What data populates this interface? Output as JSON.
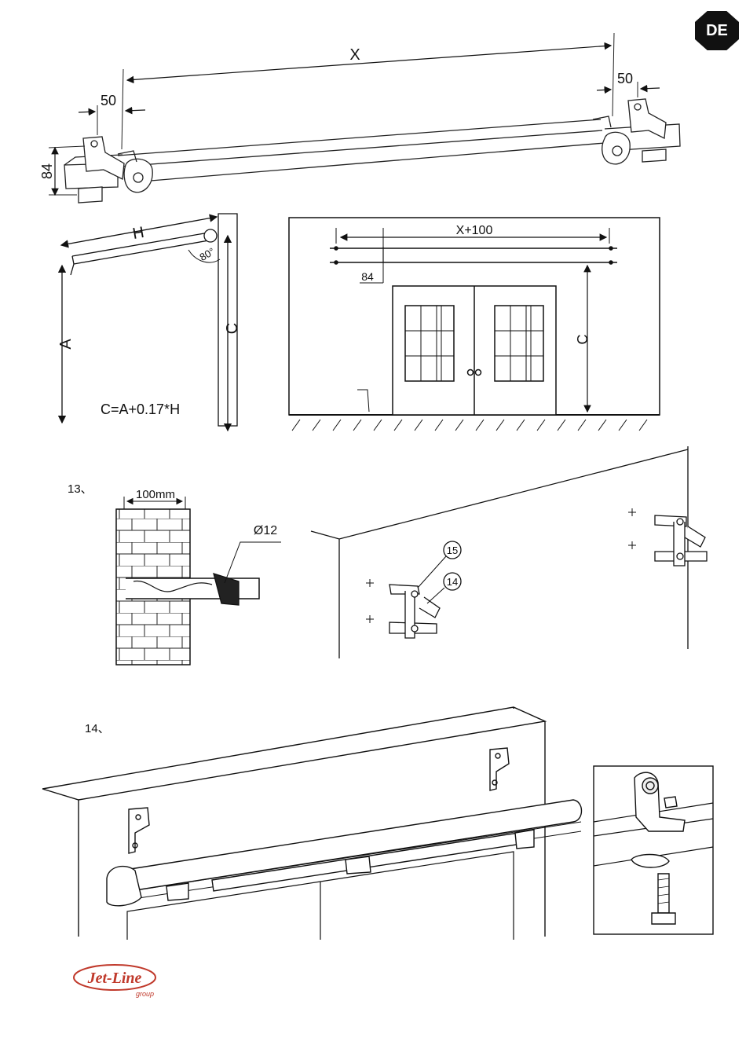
{
  "badge": "DE",
  "fig1": {
    "x_label": "X",
    "left_offset": "50",
    "right_offset": "50",
    "height": "84"
  },
  "fig2": {
    "h_label": "H",
    "angle": "80°",
    "a_label": "A",
    "c_label": "C",
    "formula": "C=A+0.17*H"
  },
  "fig3": {
    "width_label": "X+100",
    "height_label": "84",
    "c_label": "C"
  },
  "step13": {
    "number": "13、",
    "width_label": "100mm",
    "drill_label": "Ø12",
    "callout_a": "15",
    "callout_b": "14"
  },
  "step14": {
    "number": "14、"
  },
  "logo": {
    "brand": "Jet-Line",
    "sub": "group",
    "color": "#c0392b"
  }
}
